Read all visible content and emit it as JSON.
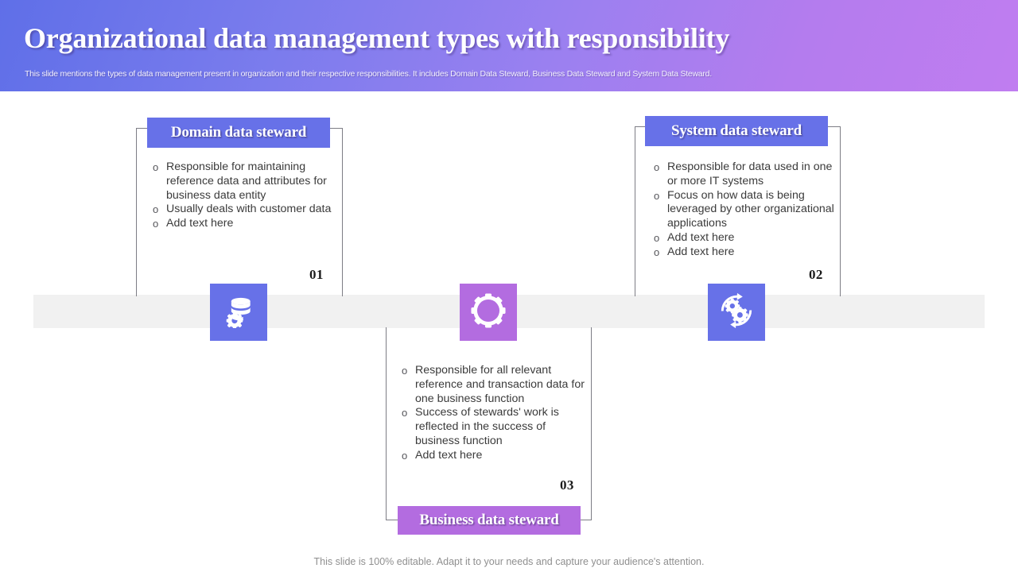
{
  "header": {
    "title": "Organizational data management types with responsibility",
    "subtitle": "This slide mentions the types of data management present in organization and their respective responsibilities. It includes Domain Data Steward, Business Data Steward and System Data Steward.",
    "gradient_from": "#5f6fe8",
    "gradient_to": "#c07df0"
  },
  "colors": {
    "badge_blue": "#6771e8",
    "badge_purple": "#b36ce0",
    "band_gray": "#f1f1f1",
    "border_gray": "#7d7d85",
    "body_text": "#3b3b3b"
  },
  "band": {
    "label": "timeline-band"
  },
  "cards": [
    {
      "id": "domain",
      "title": "Domain data steward",
      "number": "01",
      "accent": "#6771e8",
      "icon_name": "database-gear-icon",
      "bullets": [
        "Responsible for maintaining  reference data and attributes for business data entity",
        "Usually deals with customer data",
        "Add text here"
      ]
    },
    {
      "id": "system",
      "title": "System data steward",
      "number": "02",
      "accent": "#6771e8",
      "icon_name": "gears-refresh-icon",
      "bullets": [
        "Responsible for data used in one or more IT systems",
        "Focus on how data is being leveraged by other organizational applications",
        "Add text here",
        "Add text here"
      ]
    },
    {
      "id": "business",
      "title": "Business data steward",
      "number": "03",
      "accent": "#b36ce0",
      "icon_name": "user-gear-icon",
      "bullets": [
        "Responsible for all relevant reference and transaction data for one business function",
        "Success of stewards' work is reflected in the success of business function",
        "Add text here"
      ]
    }
  ],
  "bullet_marker": "o",
  "footer": {
    "note": "This slide is 100% editable. Adapt it to your needs and capture your audience's attention."
  }
}
